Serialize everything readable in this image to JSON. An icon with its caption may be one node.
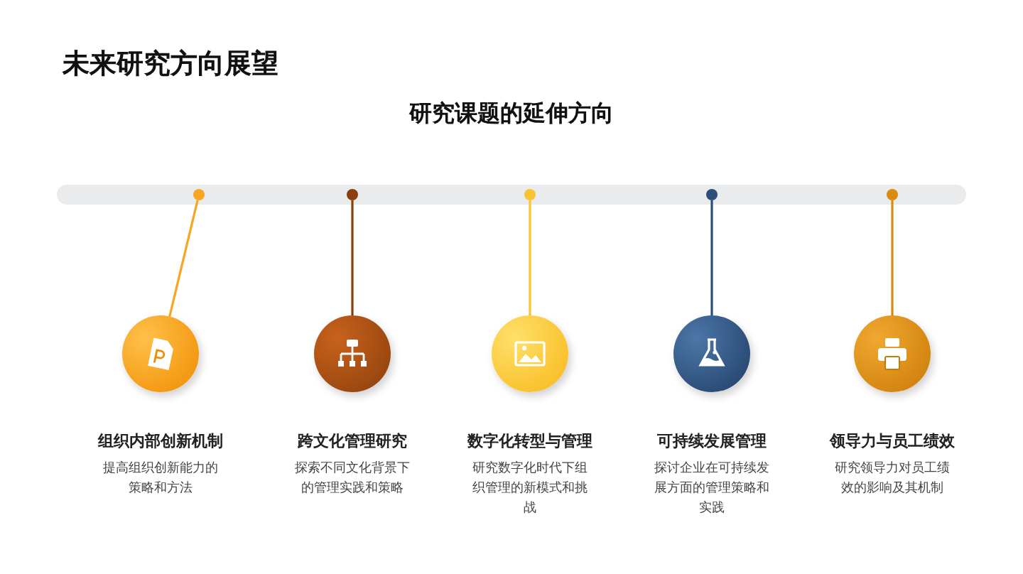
{
  "diagram": {
    "title": "未来研究方向展望",
    "nodes": [
      {
        "text": [],
        "shape": "circle"
      },
      {
        "text": [],
        "shape": "circle"
      },
      {
        "text": [],
        "shape": "circle"
      },
      {
        "text": [],
        "shape": "circle"
      },
      {
        "text": [],
        "shape": "circle"
      },
      {
        "text": [],
        "shape": "circle",
        "beside": [
          "组织内部创新机制",
          "提高组织创新能力的策略和方法"
        ]
      },
      {
        "text": [],
        "shape": "circle",
        "beside": [
          "跨文化管理研究",
          "探索不同文化背景下的管理实践和策略"
        ]
      },
      {
        "text": [],
        "shape": "circle",
        "beside": [
          "数字化转型与管理",
          "研究数字化时代下组织管理的新模式和挑战"
        ]
      },
      {
        "text": [],
        "shape": "circle",
        "beside": [
          "可持续发展管理",
          "探讨企业在可持续发展方面的管理策略和实践"
        ]
      },
      {
        "text": [],
        "shape": "circle",
        "beside": [
          "领导力与员工绩效",
          "研究领导力对员工绩效的影响及其机制"
        ]
      }
    ],
    "edges": [
      {
        "from": 0,
        "to": 5,
        "arrow": "none",
        "color": "#f6a623"
      },
      {
        "from": 1,
        "to": 6,
        "arrow": "none",
        "color": "#8b3f0c"
      },
      {
        "from": 2,
        "to": 7,
        "arrow": "none",
        "color": "#f7c533"
      },
      {
        "from": 3,
        "to": 8,
        "arrow": "none",
        "color": "#2b4f7a"
      },
      {
        "from": 4,
        "to": 9,
        "arrow": "none",
        "color": "#d98c10"
      }
    ],
    "labels": [
      "研究课题的延伸方向"
    ]
  }
}
